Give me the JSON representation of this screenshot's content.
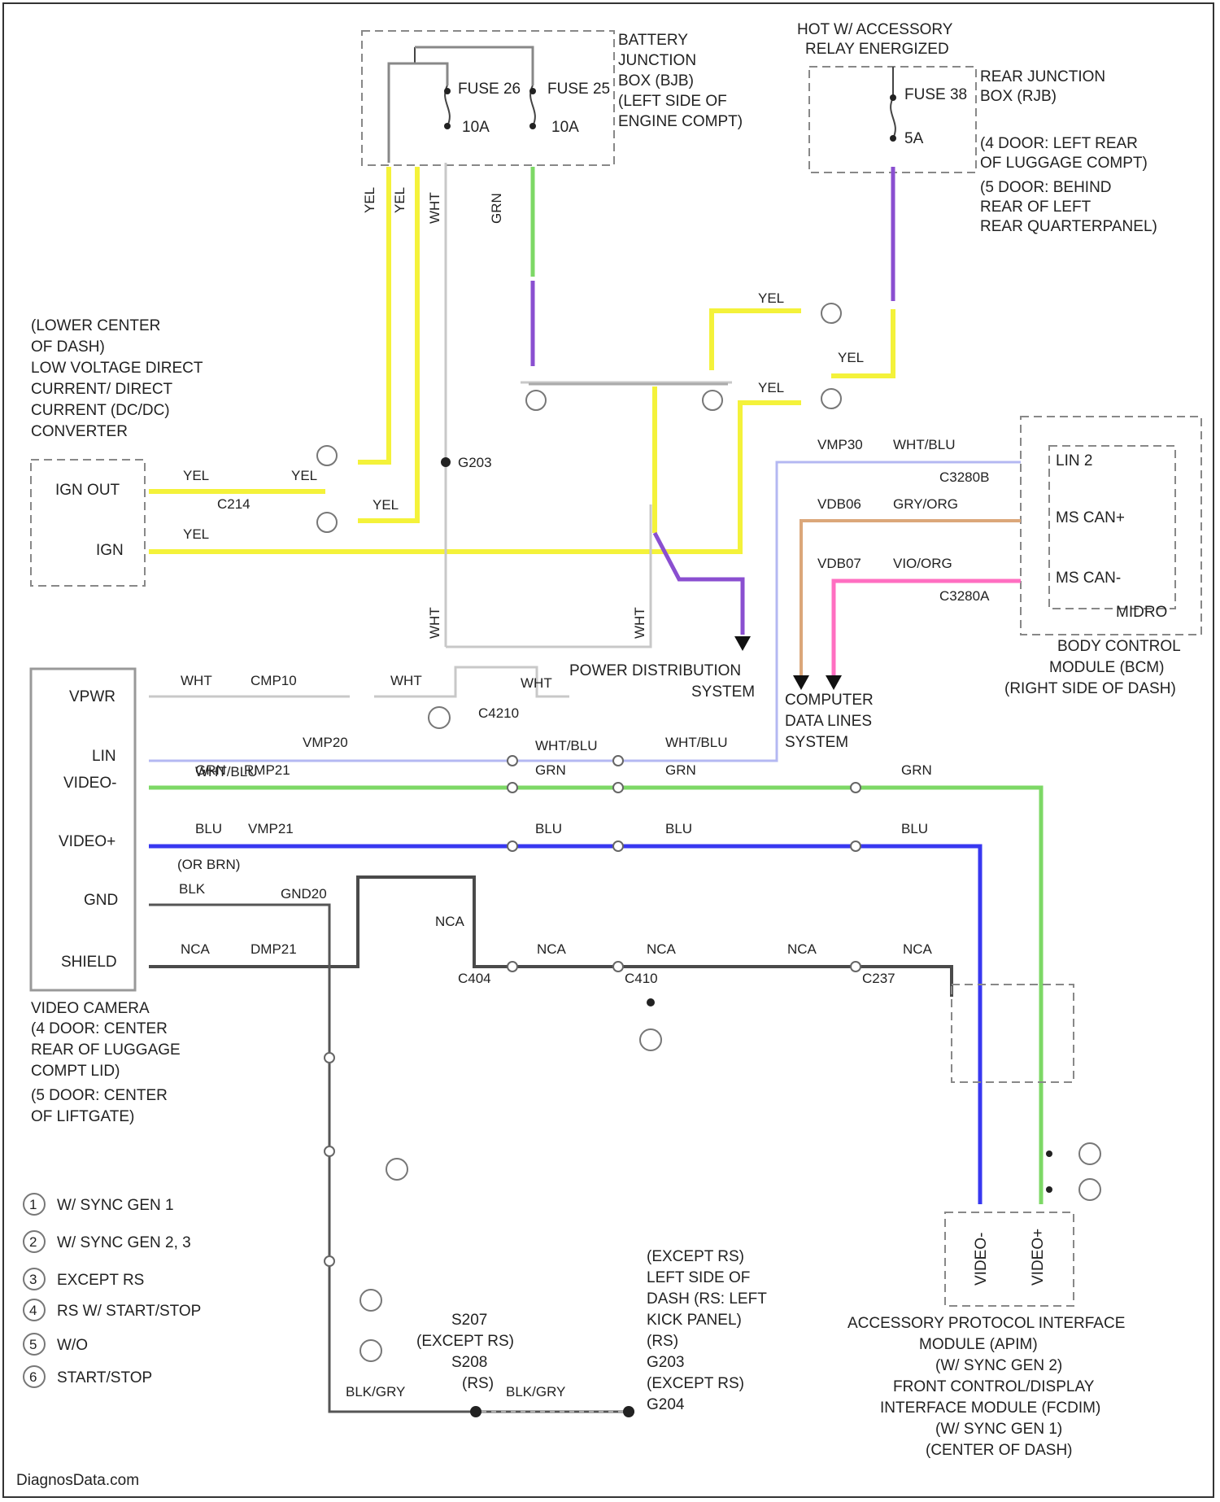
{
  "battery_junction_box": {
    "title_lines": [
      "BATTERY",
      "JUNCTION",
      "BOX (BJB)",
      "(LEFT SIDE OF",
      "ENGINE COMPT)"
    ],
    "fuse_a": "FUSE 26",
    "fuse_a_rating": "10A",
    "fuse_b": "FUSE 25",
    "fuse_b_rating": "10A"
  },
  "rear_junction_box": {
    "hot_label": [
      "HOT W/ ACCESSORY",
      "RELAY ENERGIZED"
    ],
    "title_lines": [
      "REAR JUNCTION",
      "BOX (RJB)",
      "(4 DOOR: LEFT REAR",
      "OF LUGGAGE COMPT)",
      "(5 DOOR: BEHIND",
      "REAR OF LEFT",
      "REAR QUARTERPANEL)"
    ],
    "fuse": "FUSE 38",
    "fuse_rating": "5A"
  },
  "dcdc_converter": {
    "title_lines": [
      "(LOWER CENTER",
      "OF DASH)",
      "LOW VOLTAGE DIRECT",
      "CURRENT/ DIRECT",
      "CURRENT (DC/DC)",
      "CONVERTER"
    ],
    "pin_ign_out": "IGN OUT",
    "pin_ign": "IGN"
  },
  "bcm": {
    "pins": [
      "LIN 2",
      "MS CAN+",
      "MS CAN-"
    ],
    "code": "MIDRO",
    "title_lines": [
      "BODY CONTROL",
      "MODULE (BCM)",
      "(RIGHT SIDE OF DASH)"
    ]
  },
  "camera": {
    "pins": [
      "VPWR",
      "LIN",
      "VIDEO-",
      "VIDEO+",
      "GND",
      "SHIELD"
    ],
    "title_lines": [
      "VIDEO CAMERA",
      "(4 DOOR: CENTER",
      "REAR OF LUGGAGE",
      "COMPT LID)",
      "(5 DOOR: CENTER",
      "OF LIFTGATE)"
    ]
  },
  "apim": {
    "pins": [
      "VIDEO-",
      "VIDEO+"
    ],
    "title_lines": [
      "ACCESSORY PROTOCOL INTERFACE",
      "MODULE (APIM)",
      "(W/ SYNC GEN 2)",
      "FRONT CONTROL/DISPLAY",
      "INTERFACE MODULE (FCDIM)",
      "(W/ SYNC GEN 1)",
      "(CENTER OF DASH)"
    ]
  },
  "systems": {
    "power_distribution": [
      "POWER DISTRIBUTION",
      "SYSTEM"
    ],
    "computer_data": [
      "COMPUTER",
      "DATA LINES",
      "SYSTEM"
    ]
  },
  "wires": {
    "yel": "YEL",
    "wht": "WHT",
    "grn": "GRN",
    "blu": "BLU",
    "nca": "NCA",
    "wht_blu": "WHT/BLU",
    "gry_org": "GRY/ORG",
    "vio_org": "VIO/ORG",
    "blk_gry": "BLK/GRY",
    "blk": "BLK",
    "or_brn": "(OR BRN)",
    "cmp10": "CMP10",
    "vmp20": "VMP20",
    "rmp21": "RMP21",
    "vmp21": "VMP21",
    "gnd20": "GND20",
    "dmp21": "DMP21",
    "vmp30": "VMP30",
    "vdb06": "VDB06",
    "vdb07": "VDB07"
  },
  "connectors": {
    "c214": "C214",
    "c3280b": "C3280B",
    "c3280a": "C3280A",
    "c4": "C404",
    "c410": "C410",
    "c4210": "C4210",
    "c237": "C237",
    "g203": "G203"
  },
  "splices": {
    "s207": "S207",
    "except_rs": "(EXCEPT RS)",
    "s208": "S208",
    "rs": "(RS)",
    "ground_note": [
      "(EXCEPT RS)",
      "LEFT SIDE OF",
      "DASH (RS: LEFT",
      "KICK PANEL)",
      "(RS)",
      "G203",
      "(EXCEPT RS)",
      "G204"
    ]
  },
  "legend": [
    {
      "num": "1",
      "text": "W/ SYNC GEN 1"
    },
    {
      "num": "2",
      "text": "W/ SYNC GEN 2, 3"
    },
    {
      "num": "3",
      "text": "EXCEPT RS"
    },
    {
      "num": "4",
      "text": "RS W/ START/STOP"
    },
    {
      "num": "5",
      "text": "W/O"
    },
    {
      "num": "6",
      "text": "START/STOP"
    }
  ],
  "footer": "DiagnosData.com"
}
